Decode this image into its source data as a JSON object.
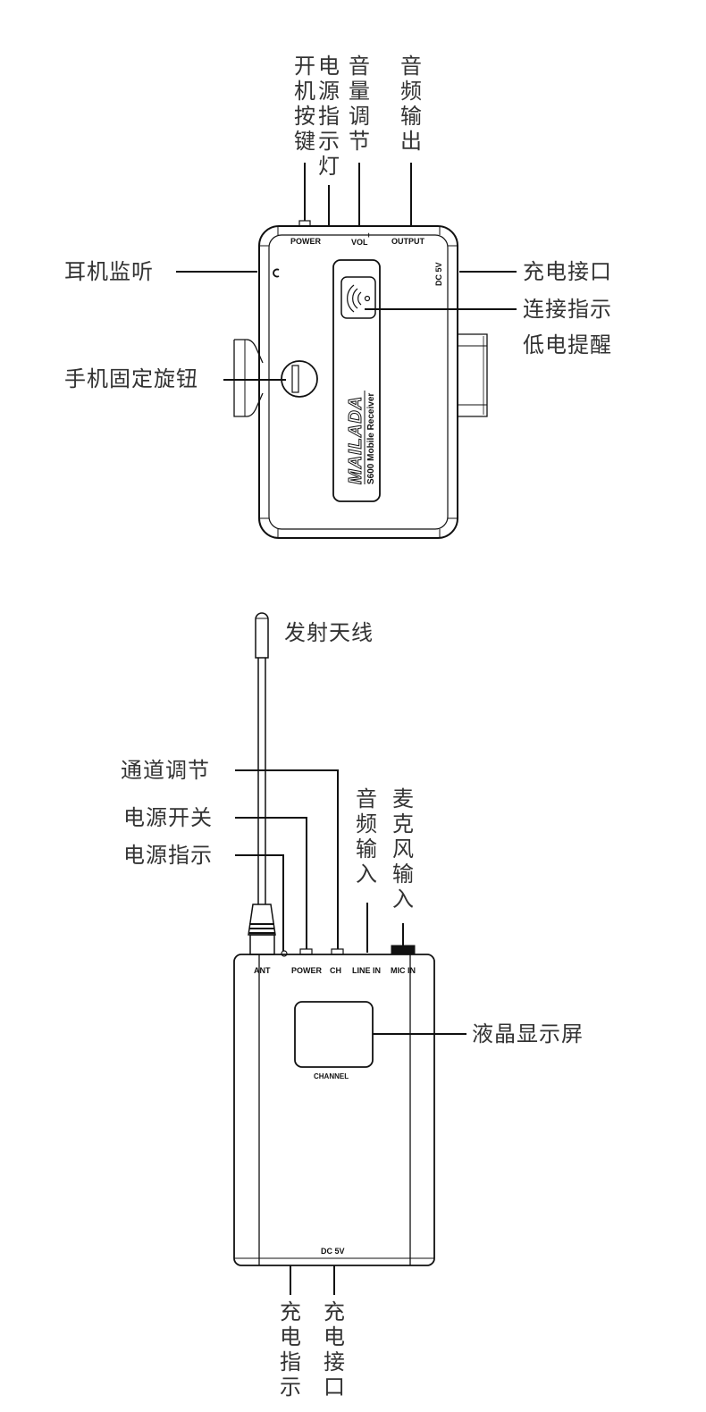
{
  "receiver": {
    "name": "S600 Mobile Receiver",
    "brand": "MAILADA",
    "panel_labels": {
      "power": "POWER",
      "vol": "VOL",
      "vol_minus": "−",
      "vol_plus": "+",
      "output": "OUTPUT",
      "dc": "DC 5V",
      "model": "S600 Mobile Receiver"
    },
    "callouts": {
      "power_button": "开机按键",
      "power_indicator": "电源指示灯",
      "volume_adjust": "音量调节",
      "audio_output": "音频输出",
      "headphone_monitor": "耳机监听",
      "phone_clamp_knob": "手机固定旋钮",
      "charging_port": "充电接口",
      "connection_indicator": "连接指示",
      "low_battery": "低电提醒"
    }
  },
  "transmitter": {
    "panel_labels": {
      "ant": "ANT",
      "power": "POWER",
      "ch": "CH",
      "line_in": "LINE IN",
      "mic_in": "MIC IN",
      "channel": "CHANNEL",
      "dc": "DC  5V"
    },
    "callouts": {
      "antenna": "发射天线",
      "channel_adjust": "通道调节",
      "power_switch": "电源开关",
      "power_indicator": "电源指示",
      "audio_input": "音频输入",
      "mic_input": "麦克风输入",
      "lcd_screen": "液晶显示屏",
      "charge_indicator": "充电指示",
      "charge_port": "充电接口"
    }
  }
}
